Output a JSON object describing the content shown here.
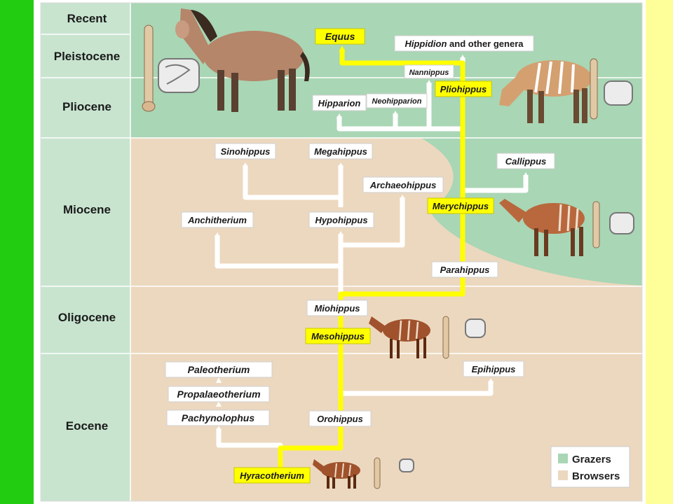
{
  "colors": {
    "grazers": "#a9d6b5",
    "browsers": "#ecd8bf",
    "main_line": "#ffff00",
    "side_line": "#ffffff"
  },
  "epochs": [
    "Recent",
    "Pleistocene",
    "Pliocene",
    "Miocene",
    "Oligocene",
    "Eocene"
  ],
  "genera": {
    "equus": "Equus",
    "hippidion": "Hippidion",
    "hippidion_suffix": " and other genera",
    "nannippus": "Nannippus",
    "pliohippus": "Pliohippus",
    "hipparion": "Hipparion",
    "neohipparion": "Neohipparion",
    "sinohippus": "Sinohippus",
    "megahippus": "Megahippus",
    "callippus": "Callippus",
    "archaeohippus": "Archaeohippus",
    "merychippus": "Merychippus",
    "anchitherium": "Anchitherium",
    "hypohippus": "Hypohippus",
    "parahippus": "Parahippus",
    "miohippus": "Miohippus",
    "mesohippus": "Mesohippus",
    "paleotherium": "Paleotherium",
    "epihippus": "Epihippus",
    "propalaeotherium": "Propalaeotherium",
    "pachynolophus": "Pachynolophus",
    "orohippus": "Orohippus",
    "hyracotherium": "Hyracotherium"
  },
  "legend": {
    "grazers": "Grazers",
    "browsers": "Browsers"
  },
  "icons": [
    "horse-illustration",
    "leg-bone-icon",
    "molar-tooth-icon"
  ]
}
